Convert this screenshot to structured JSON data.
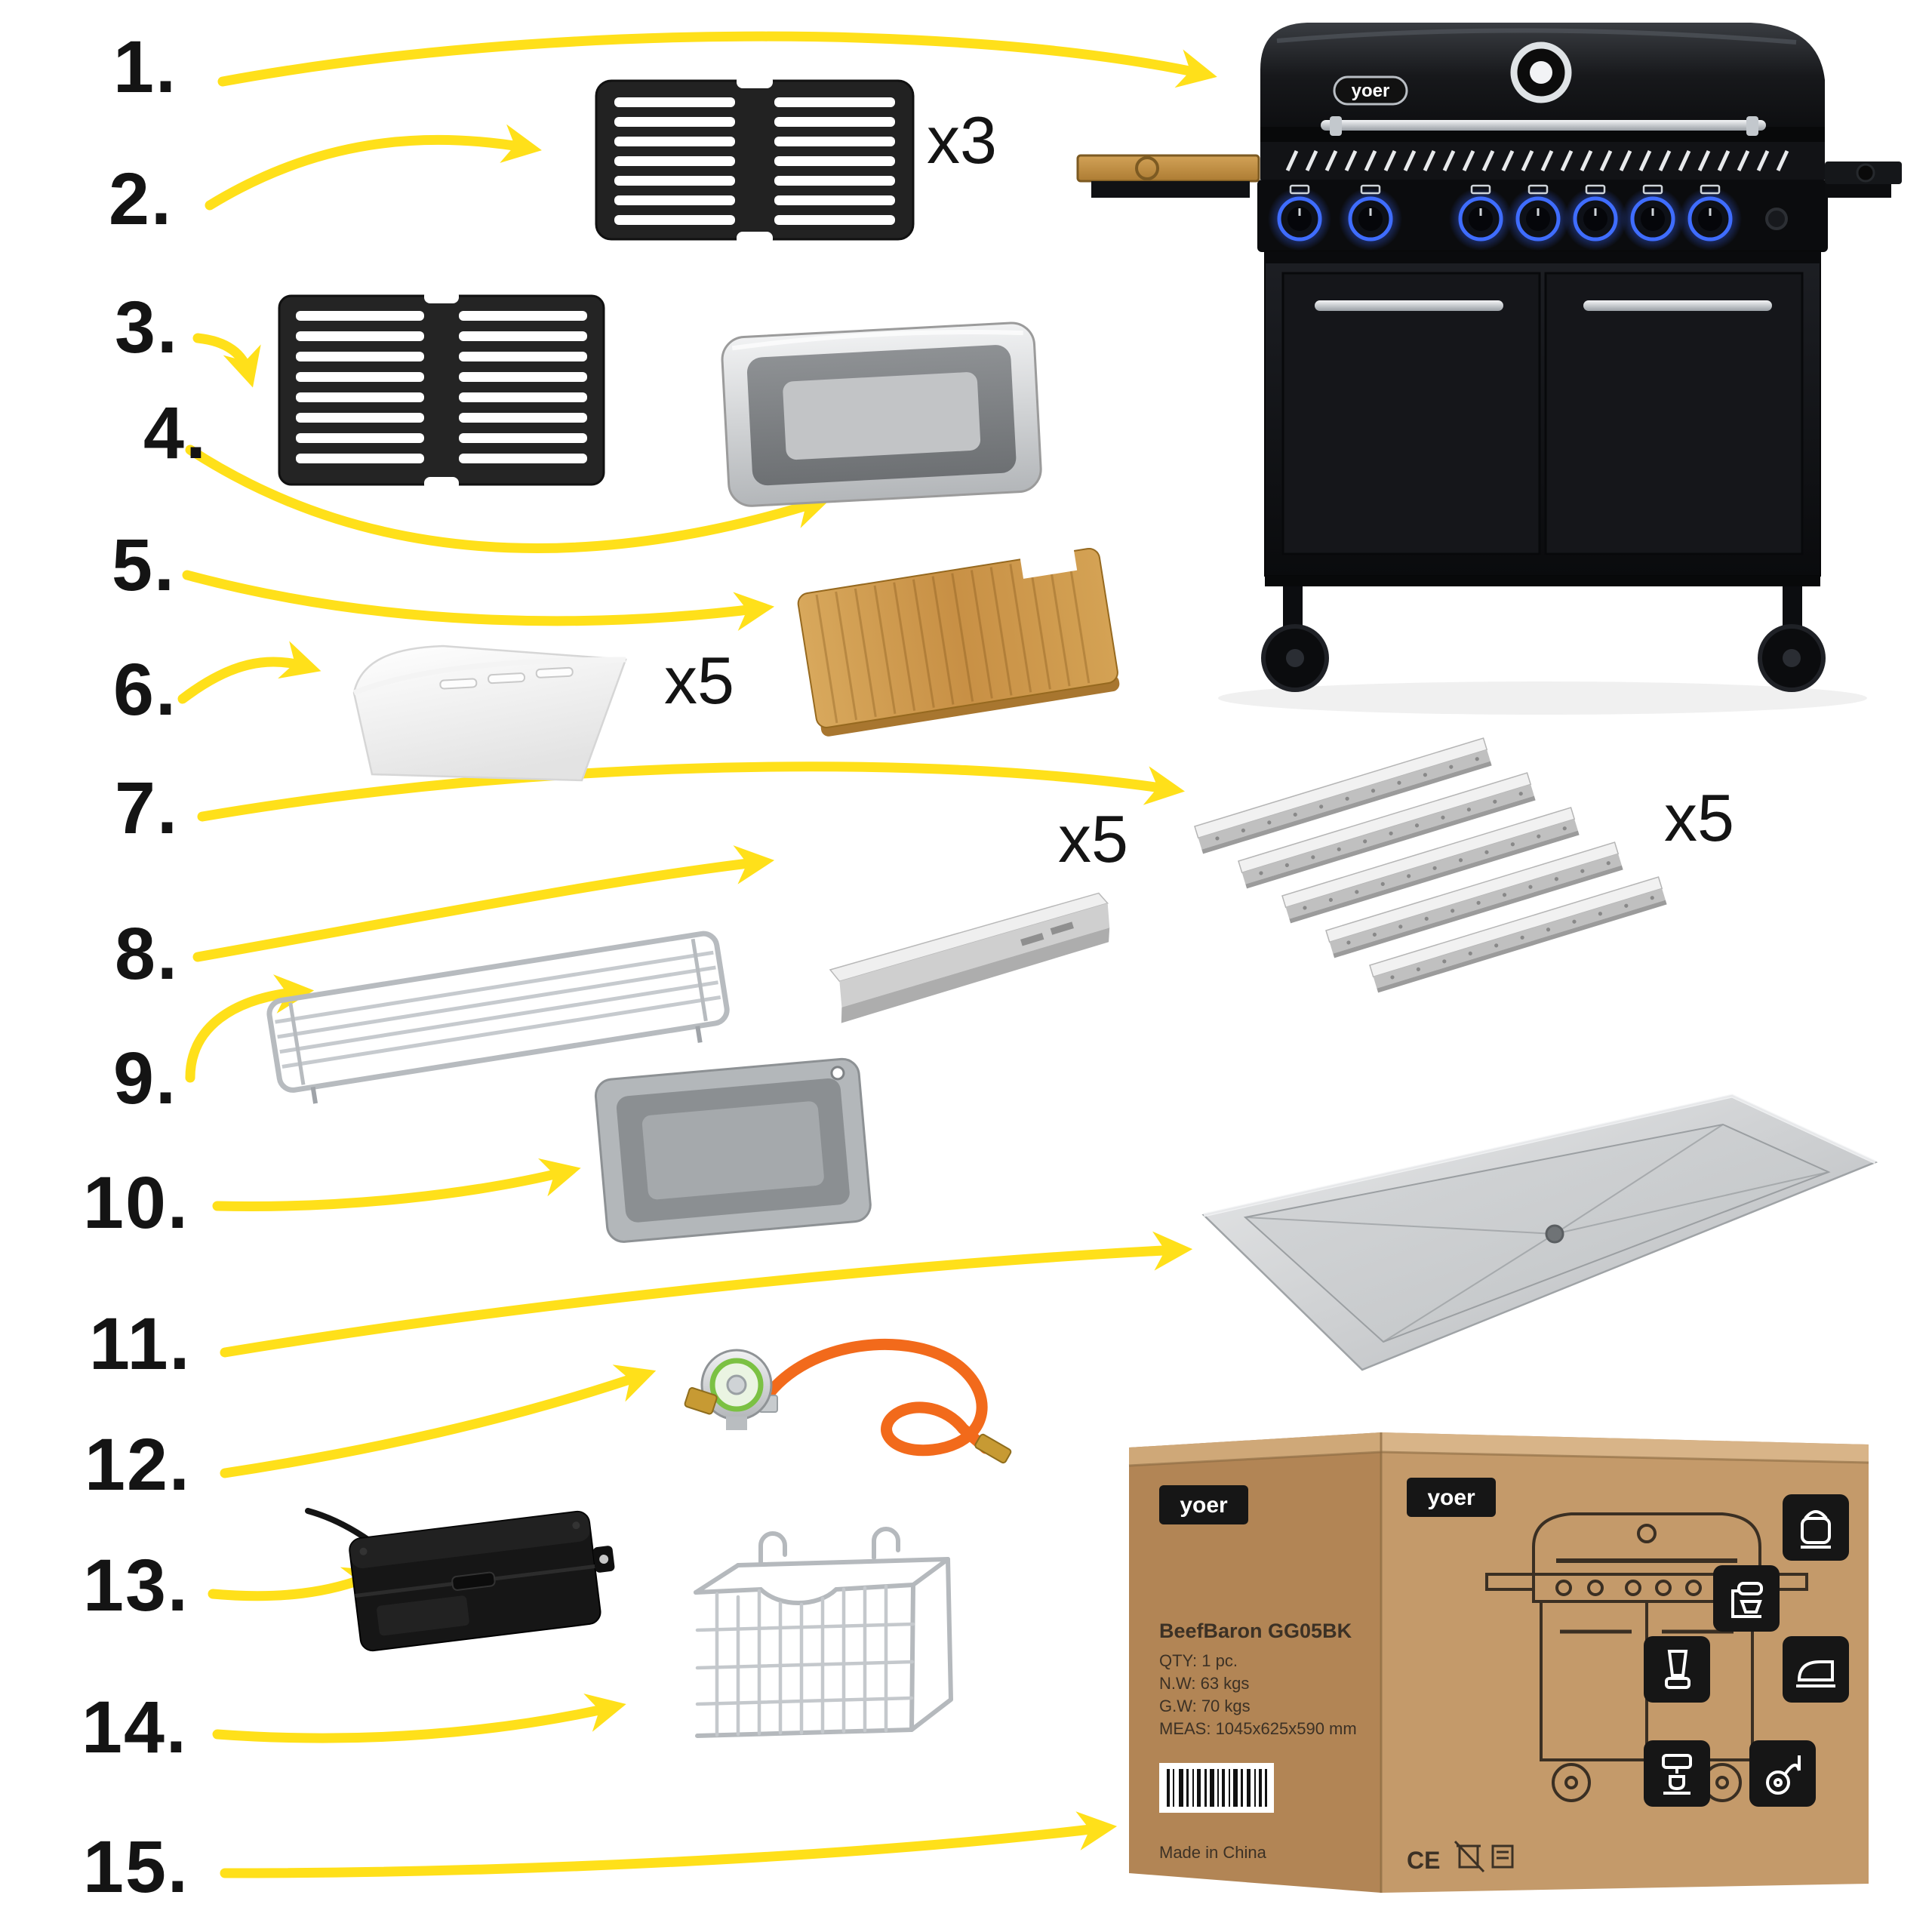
{
  "colors": {
    "arrow": "#FFE01A",
    "background": "#FFFFFF",
    "grill_body": "#121316",
    "knob_glow": "#3F6DFF",
    "cardboard": "#C49A6A"
  },
  "callout_numbers": [
    "1.",
    "2.",
    "3.",
    "4.",
    "5.",
    "6.",
    "7.",
    "8.",
    "9.",
    "10.",
    "11.",
    "12.",
    "13.",
    "14.",
    "15."
  ],
  "multipliers": {
    "grates_small": "x3",
    "teflon_sheets": "x5",
    "heat_plates": "x5",
    "flame_tamers": "x5"
  },
  "grill": {
    "brand": "yoer"
  },
  "box": {
    "brand_left": "yoer",
    "brand_front": "yoer",
    "model": "BeefBaron GG05BK",
    "qty": "QTY: 1 pc.",
    "net_weight": "N.W: 63 kgs",
    "gross_weight": "G.W: 70 kgs",
    "measurements": "MEAS: 1045x625x590 mm",
    "made_in": "Made in China",
    "ce_mark": "CE",
    "appliance_icons": [
      "kettle",
      "stand-mixer",
      "blender",
      "iron",
      "coffee-machine",
      "vacuum"
    ]
  }
}
